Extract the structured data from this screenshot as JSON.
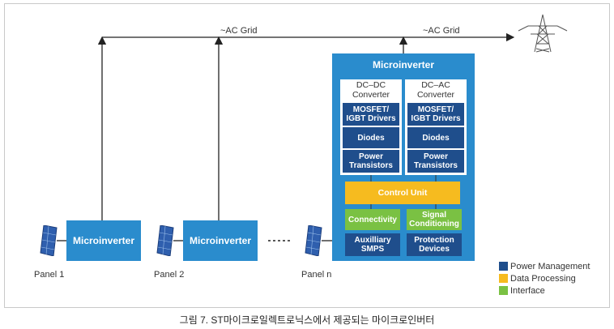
{
  "grid": {
    "label_left": "~AC Grid",
    "label_right": "~AC Grid"
  },
  "panels": [
    {
      "label": "Panel 1",
      "inverter": "Microinverter"
    },
    {
      "label": "Panel 2",
      "inverter": "Microinverter"
    },
    {
      "label": "Panel n"
    }
  ],
  "detail": {
    "title": "Microinverter",
    "dcdc": {
      "title": "DC–DC Converter",
      "blocks": [
        "MOSFET/ IGBT Drivers",
        "Diodes",
        "Power Transistors"
      ]
    },
    "dcac": {
      "title": "DC–AC Converter",
      "blocks": [
        "MOSFET/ IGBT Drivers",
        "Diodes",
        "Power Transistors"
      ]
    },
    "control": "Control Unit",
    "connectivity": "Connectivity",
    "signal": "Signal Conditioning",
    "smps": "Auxilliary SMPS",
    "protection": "Protection Devices"
  },
  "legend": [
    {
      "label": "Power Management",
      "color": "#1f4e8c"
    },
    {
      "label": "Data Processing",
      "color": "#f6bb1f"
    },
    {
      "label": "Interface",
      "color": "#7ac143"
    }
  ],
  "caption": "그림 7. ST마이크로일렉트로닉스에서 제공되는 마이크로인버터"
}
